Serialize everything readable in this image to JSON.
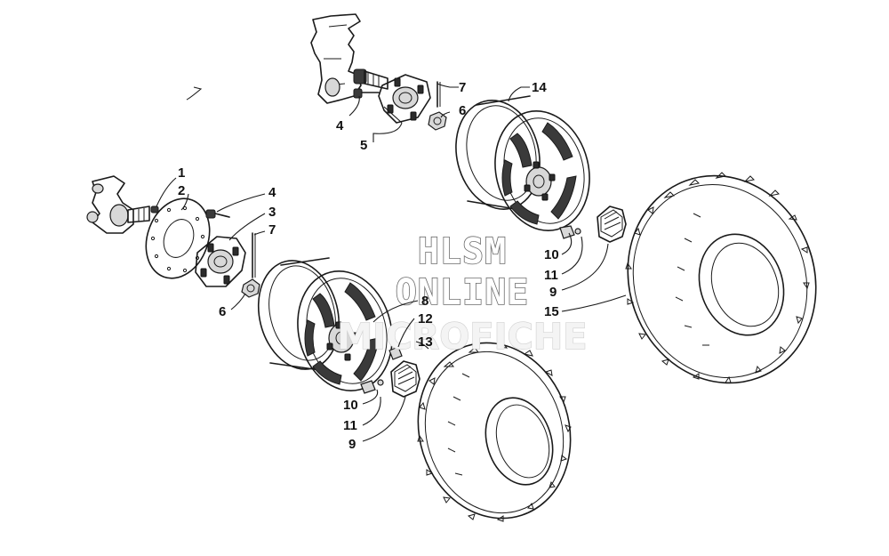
{
  "watermark": {
    "line1": "HLSM",
    "line2": "ONLINE",
    "line3": "MICROFICHE"
  },
  "callouts": [
    {
      "id": "c1",
      "text": "1"
    },
    {
      "id": "c2",
      "text": "2"
    },
    {
      "id": "c3",
      "text": "3"
    },
    {
      "id": "c4a",
      "text": "4"
    },
    {
      "id": "c4b",
      "text": "4"
    },
    {
      "id": "c5",
      "text": "5"
    },
    {
      "id": "c6a",
      "text": "6"
    },
    {
      "id": "c6b",
      "text": "6"
    },
    {
      "id": "c7a",
      "text": "7"
    },
    {
      "id": "c7b",
      "text": "7"
    },
    {
      "id": "c8",
      "text": "8"
    },
    {
      "id": "c9a",
      "text": "9"
    },
    {
      "id": "c9b",
      "text": "9"
    },
    {
      "id": "c10a",
      "text": "10"
    },
    {
      "id": "c10b",
      "text": "10"
    },
    {
      "id": "c11a",
      "text": "11"
    },
    {
      "id": "c11b",
      "text": "11"
    },
    {
      "id": "c12",
      "text": "12"
    },
    {
      "id": "c13",
      "text": "13"
    },
    {
      "id": "c14",
      "text": "14"
    },
    {
      "id": "c15",
      "text": "15"
    }
  ]
}
